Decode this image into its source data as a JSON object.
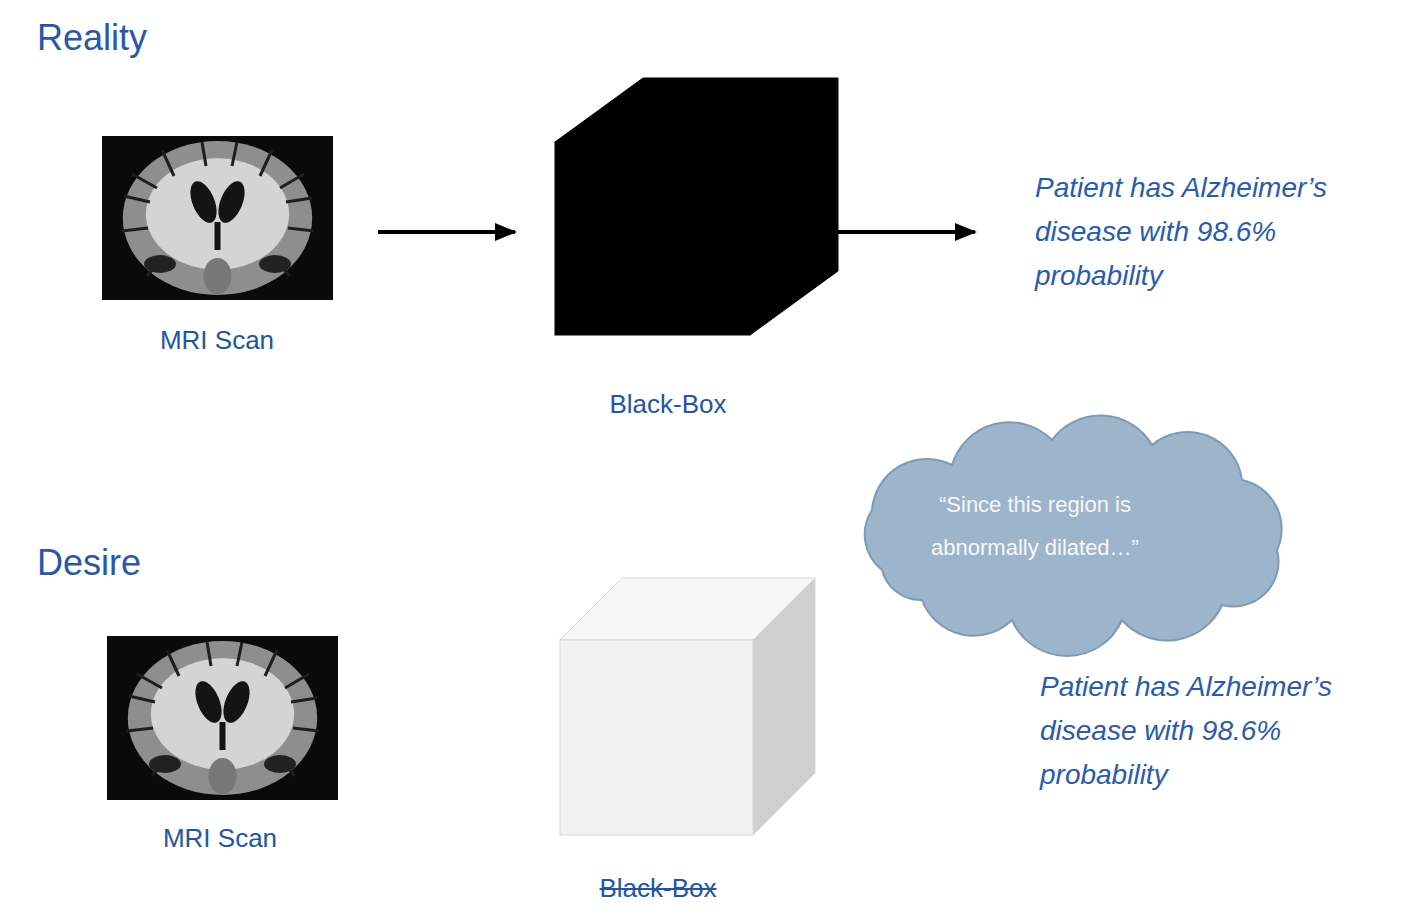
{
  "diagram": {
    "nodes": [
      {
        "text": [
          "MRI Scan"
        ]
      },
      {
        "text": [
          "Black-Box"
        ]
      },
      {
        "text": [
          "Patient has Alzheimer’s disease with 98.6% probability"
        ]
      },
      {
        "text": [
          "MRI Scan"
        ]
      },
      {
        "text": [
          "Black-Box"
        ]
      },
      {
        "text": [
          "“Since this region is abnormally dilated…”"
        ]
      },
      {
        "text": [
          "Patient has Alzheimer’s disease with 98.6% probability"
        ]
      }
    ],
    "edges": [
      {
        "from": 0,
        "to": 1,
        "arrow": "to"
      },
      {
        "from": 1,
        "to": 2,
        "arrow": "to"
      }
    ],
    "labels": [
      "Reality",
      "Desire"
    ]
  }
}
